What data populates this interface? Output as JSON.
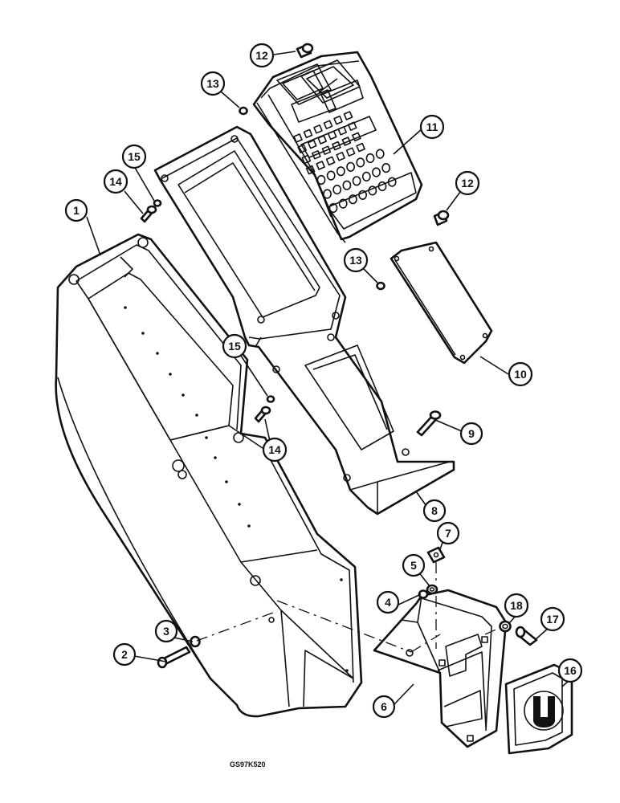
{
  "figure_code": "GS97K520",
  "callouts": [
    "1",
    "2",
    "3",
    "4",
    "5",
    "6",
    "7",
    "8",
    "9",
    "10",
    "11",
    "12",
    "12",
    "13",
    "13",
    "14",
    "14",
    "15",
    "15",
    "16",
    "17",
    "18"
  ],
  "symbol_16": "U"
}
